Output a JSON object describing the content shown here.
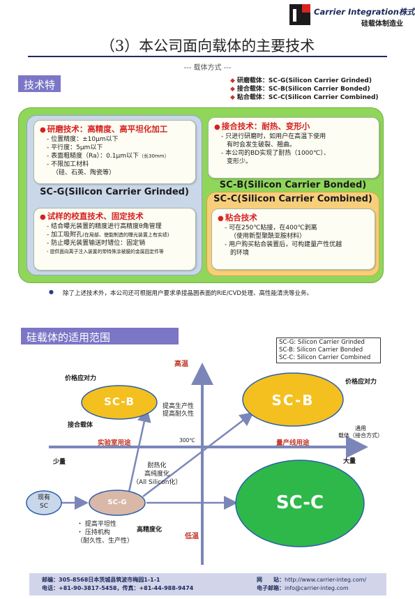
{
  "header": {
    "company_name": "Carrier Integration株式会社",
    "company_sub": "硅载体制造业",
    "title": "（3）本公司面向载体的主要技术",
    "subtitle": "--- 载体方式 ---"
  },
  "section1": {
    "tag": "技术特",
    "legend": [
      "研磨载体：SC-G(Silicon Carrier Grinded)",
      "接合载体：SC-B(Silicon Carrier Bonded)",
      "粘合载体：SC-C(Silicon Carrier Combined)"
    ],
    "grind_card": {
      "head": "研磨技术：高精度、高平坦化加工",
      "lines": [
        "- 位置精度：±10μm以下",
        "- 平行度：5μm以下",
        "- 表面粗糙度（Ra）：0.1μm以下",
        "- 不限加工材料",
        "（硅、石英、陶瓷等）"
      ],
      "note": "（长30mm）"
    },
    "bond_card": {
      "head": "接合技术：耐热、变形小",
      "lines": [
        "- 只进行研磨时，如用户在高温下使用",
        "有时会发生破裂、翘曲。",
        "- 本公司的BD实现了耐热（1000℃）、",
        "变形少。"
      ]
    },
    "calib_card": {
      "head": "试样的校直技术、固定技术",
      "lines": [
        "- 结合曝光装置的精度进行高精度θ角管理",
        "- 加工吸附孔",
        "- 防止曝光装置输送时错位：固定销",
        "- 提供面向离子注入装置的带特殊涂被膜的金属固定件等"
      ],
      "hole_note": "(在局部、使能制造的曝光装置上有实绩)"
    },
    "adhesive_card": {
      "head": "粘合技术",
      "lines": [
        "- 可在250℃粘接，在400℃剥离",
        "（使用新型聚酰亚胺材料）",
        "- 用户购买粘合装置后，可构建量产性优越",
        "的环境"
      ]
    },
    "label_scg": "SC-G(Silicon Carrier Grinded)",
    "label_scb": "SC-B(Silicon Carrier Bonded)",
    "label_scc": "SC-C(Silicon Carrier Combined)",
    "note": "除了上述技术外，本公司还可根据用户要求承接晶圆表面的RIE/CVD处理、高性能清洗等业务。"
  },
  "section2": {
    "tag": "硅载体的适用范围",
    "legend": [
      "SC-G:  Silicon Carrier Grinded",
      "SC-B:  Silicon Carrier Bonded",
      "SC-C:  Silicon Carrier Combined"
    ],
    "axis": {
      "top": "高温",
      "bottom": "低温",
      "left": "少量",
      "right": "大量",
      "lab_use": "实验室用途",
      "mass_use": "量产线用途",
      "temp_300": "300℃"
    },
    "ellipses": {
      "scb_small": "SC-B",
      "scb_big": "SC-B",
      "scc": "SC-C",
      "scg": "SC-G",
      "existing": [
        "现有",
        "SC"
      ]
    },
    "labels": {
      "price_stress_left": "价格应对力",
      "price_stress_right": "价格应对力",
      "bond_carrier": "接合载体",
      "improve": [
        "提高生产性",
        "提高耐久性"
      ],
      "general": [
        "通用",
        "载体（接合方式）"
      ],
      "heat": [
        "耐热化",
        "高纯度化",
        "（All Silicon化）"
      ],
      "flat": [
        "・ 提高平坦性",
        "・ 压持机构",
        "（耐久性、生产性）"
      ],
      "high_precision": "高精度化"
    }
  },
  "footer": {
    "address": "邮编：305-8568日本茨城县筑波市梅园1-1-1",
    "phone": "电话：+81-90-3817-5458，传真：+81-44-988-9474",
    "web_label": "网　　站：",
    "web": "http://www.carrier-integ.com/",
    "email_label": "电子邮箱：",
    "email": "info@carrier-integ.com"
  },
  "colors": {
    "tag": "#7b76c6",
    "green": "#90d65a",
    "blue_panel": "#c9d7e8",
    "orange_panel": "#f7cf7b",
    "ellipse_yellow": "#f4c01f",
    "ellipse_green": "#2fb84a",
    "arrow": "#7b86b8",
    "red": "#c0392b"
  }
}
